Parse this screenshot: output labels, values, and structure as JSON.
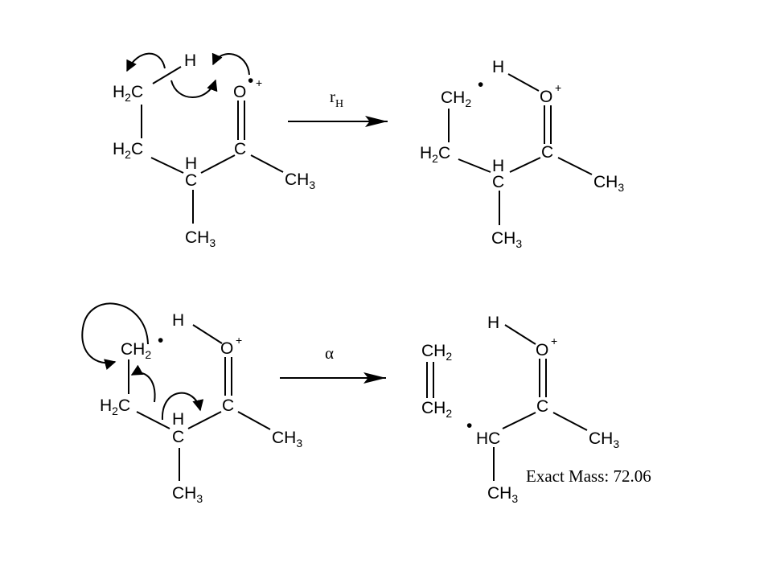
{
  "atoms": {
    "h": "H",
    "o": "O",
    "c": "C",
    "hc": "HC",
    "h2c_pre": "H",
    "h2c_post": "C",
    "ch_pre": "CH",
    "ch3_pre": "CH",
    "sub2": "2",
    "sub3": "3",
    "plus": "+",
    "radical": "•"
  },
  "steps": {
    "step1_label": "r",
    "step1_sub": "H",
    "step2_label": "α"
  },
  "product": {
    "exact_mass": "Exact Mass: 72.06"
  }
}
